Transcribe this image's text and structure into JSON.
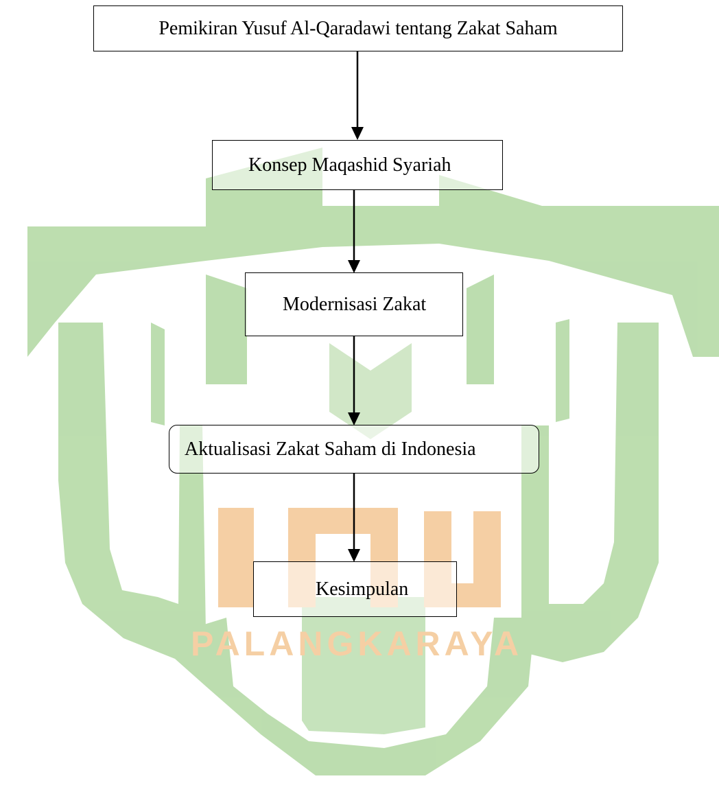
{
  "watermark": {
    "text": "PALANGKARAYA",
    "green": "#b9dcab",
    "orange": "#f5cfa4"
  },
  "flowchart": {
    "nodes": [
      {
        "id": "n1",
        "label": "Pemikiran Yusuf Al-Qaradawi tentang Zakat Saham",
        "shape": "rectangle"
      },
      {
        "id": "n2",
        "label": "Konsep Maqashid Syariah",
        "shape": "rectangle"
      },
      {
        "id": "n3",
        "label": "Modernisasi Zakat",
        "shape": "rectangle"
      },
      {
        "id": "n4",
        "label": "Aktualisasi Zakat Saham di Indonesia",
        "shape": "rounded-rectangle"
      },
      {
        "id": "n5",
        "label": "Kesimpulan",
        "shape": "rectangle"
      }
    ],
    "edges": [
      {
        "from": "n1",
        "to": "n2"
      },
      {
        "from": "n2",
        "to": "n3"
      },
      {
        "from": "n3",
        "to": "n4"
      },
      {
        "from": "n4",
        "to": "n5"
      }
    ]
  }
}
